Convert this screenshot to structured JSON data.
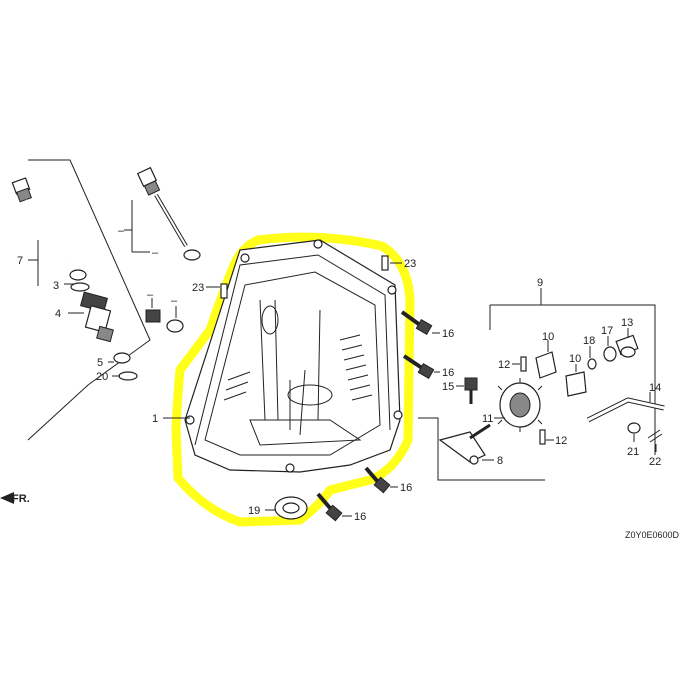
{
  "labels": {
    "l1": "1",
    "l3": "3",
    "l4": "4",
    "l5": "5",
    "l7": "7",
    "l8": "8",
    "l9": "9",
    "l10a": "10",
    "l10b": "10",
    "l11": "11",
    "l12a": "12",
    "l12b": "12",
    "l13": "13",
    "l14": "14",
    "l15": "15",
    "l16a": "16",
    "l16b": "16",
    "l16c": "16",
    "l16d": "16",
    "l17": "17",
    "l18": "18",
    "l19": "19",
    "l20": "20",
    "l21": "21",
    "l22": "22",
    "l23a": "23",
    "l23b": "23",
    "dash_a": "–",
    "dash_b": "–",
    "dash_c": "–",
    "dash_d": "–"
  },
  "direction": "FR.",
  "diagram_code": "Z0Y0E0600D",
  "colors": {
    "highlight": "#ffff00",
    "line": "#222222"
  }
}
